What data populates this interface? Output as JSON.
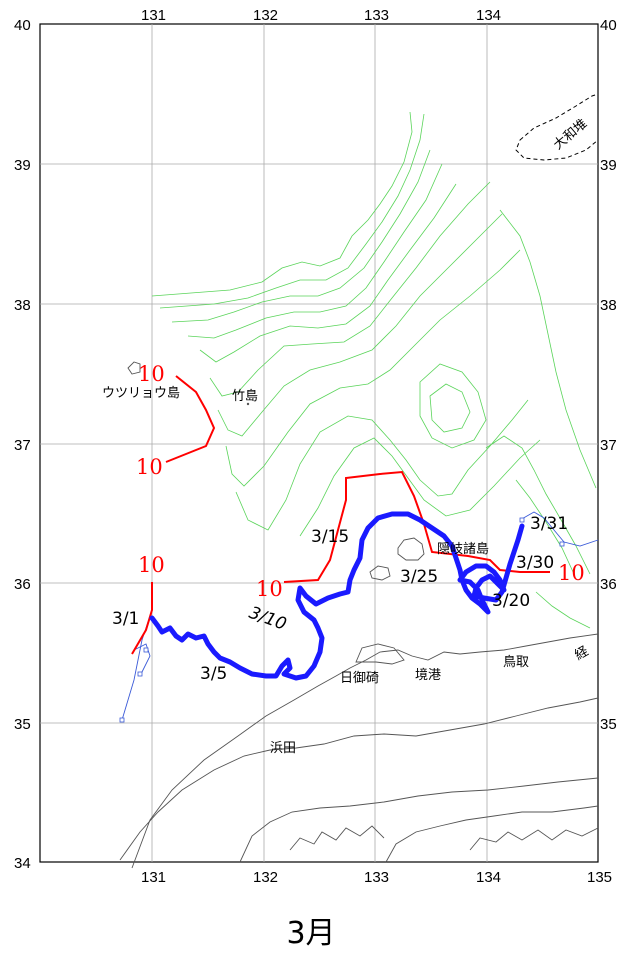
{
  "map": {
    "lon_ticks": [
      "131",
      "132",
      "133",
      "134",
      "135"
    ],
    "lat_ticks": [
      "40",
      "39",
      "38",
      "37",
      "36",
      "35",
      "34"
    ],
    "place_names": [
      "ウツリョウ島",
      "竹島",
      "隠岐諸島",
      "日御碕",
      "境港",
      "鳥取",
      "浜田",
      "大和堆",
      "経"
    ],
    "contour_labels": [
      "10",
      "10",
      "10",
      "10",
      "10"
    ],
    "track_dates": [
      "3/1",
      "3/5",
      "3/10",
      "3/15",
      "3/20",
      "3/25",
      "3/30",
      "3/31"
    ],
    "colors": {
      "drift_track": "#1a1aff",
      "contour_10": "#ff0000",
      "bathymetry": "#5ad45a",
      "coastline": "#555555",
      "grid": "#aaaaaa"
    }
  },
  "title": "3月"
}
